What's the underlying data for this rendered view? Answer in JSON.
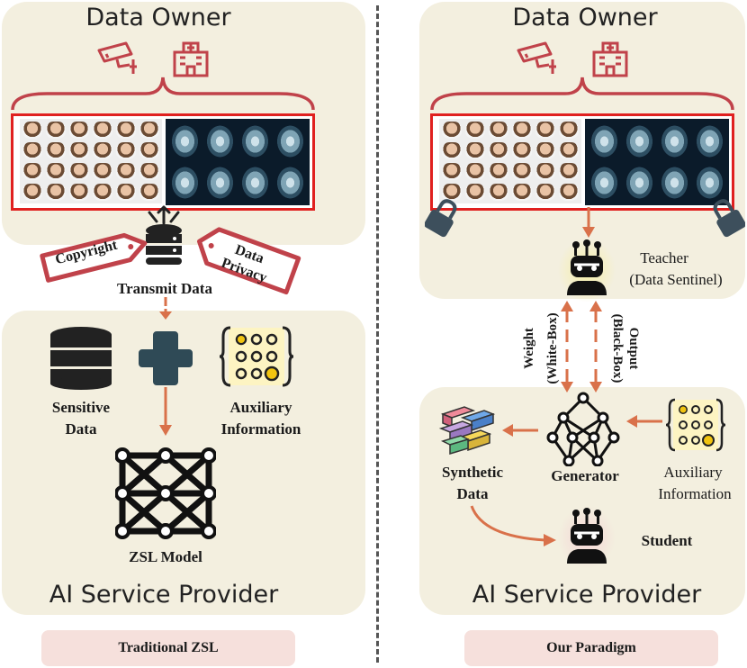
{
  "left": {
    "owner_title": "Data Owner",
    "provider_title": "AI Service Provider",
    "tag_copyright": "Copyright",
    "tag_privacy_line1": "Data",
    "tag_privacy_line2": "Privacy",
    "transmit": "Transmit Data",
    "sensitive_line1": "Sensitive",
    "sensitive_line2": "Data",
    "aux_line1": "Auxiliary",
    "aux_line2": "Information",
    "model": "ZSL Model",
    "badge": "Traditional ZSL"
  },
  "right": {
    "owner_title": "Data Owner",
    "provider_title": "AI Service Provider",
    "teacher_line1": "Teacher",
    "teacher_line2": "(Data Sentinel)",
    "weight_line1": "Weight",
    "weight_line2": "(White-Box)",
    "output_line1": "Output",
    "output_line2": "(Black-Box)",
    "synthetic_line1": "Synthetic",
    "synthetic_line2": "Data",
    "generator": "Generator",
    "aux_line1": "Auxiliary",
    "aux_line2": "Information",
    "student": "Student",
    "badge": "Our Paradigm"
  },
  "colors": {
    "panel": "#f3efdf",
    "accent_red": "#e0201f",
    "icon_red": "#c0424a",
    "arrow": "#d9714a",
    "dark_icon": "#2f4a56",
    "badge": "#f6e0dc"
  }
}
